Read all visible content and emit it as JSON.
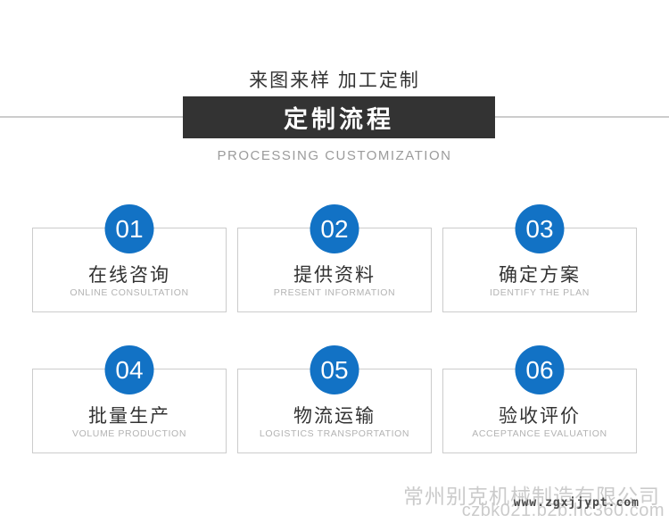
{
  "header": {
    "tagline": "来图来样 加工定制",
    "banner_title": "定制流程",
    "subtitle": "PROCESSING CUSTOMIZATION"
  },
  "steps": [
    {
      "number": "01",
      "title": "在线咨询",
      "subtitle": "ONLINE CONSULTATION"
    },
    {
      "number": "02",
      "title": "提供资料",
      "subtitle": "PRESENT INFORMATION"
    },
    {
      "number": "03",
      "title": "确定方案",
      "subtitle": "IDENTIFY THE PLAN"
    },
    {
      "number": "04",
      "title": "批量生产",
      "subtitle": "VOLUME PRODUCTION"
    },
    {
      "number": "05",
      "title": "物流运输",
      "subtitle": "LOGISTICS TRANSPORTATION"
    },
    {
      "number": "06",
      "title": "验收评价",
      "subtitle": "ACCEPTANCE EVALUATION"
    }
  ],
  "watermark": {
    "company": "常州别克机械制造有限公司",
    "url_primary": "czbk021.b2b.hc360.com",
    "url_secondary": "www.zgxjjypt.com"
  },
  "colors": {
    "accent_blue": "#1272c5",
    "banner_dark": "#333333",
    "divider_gray": "#cccccc"
  }
}
